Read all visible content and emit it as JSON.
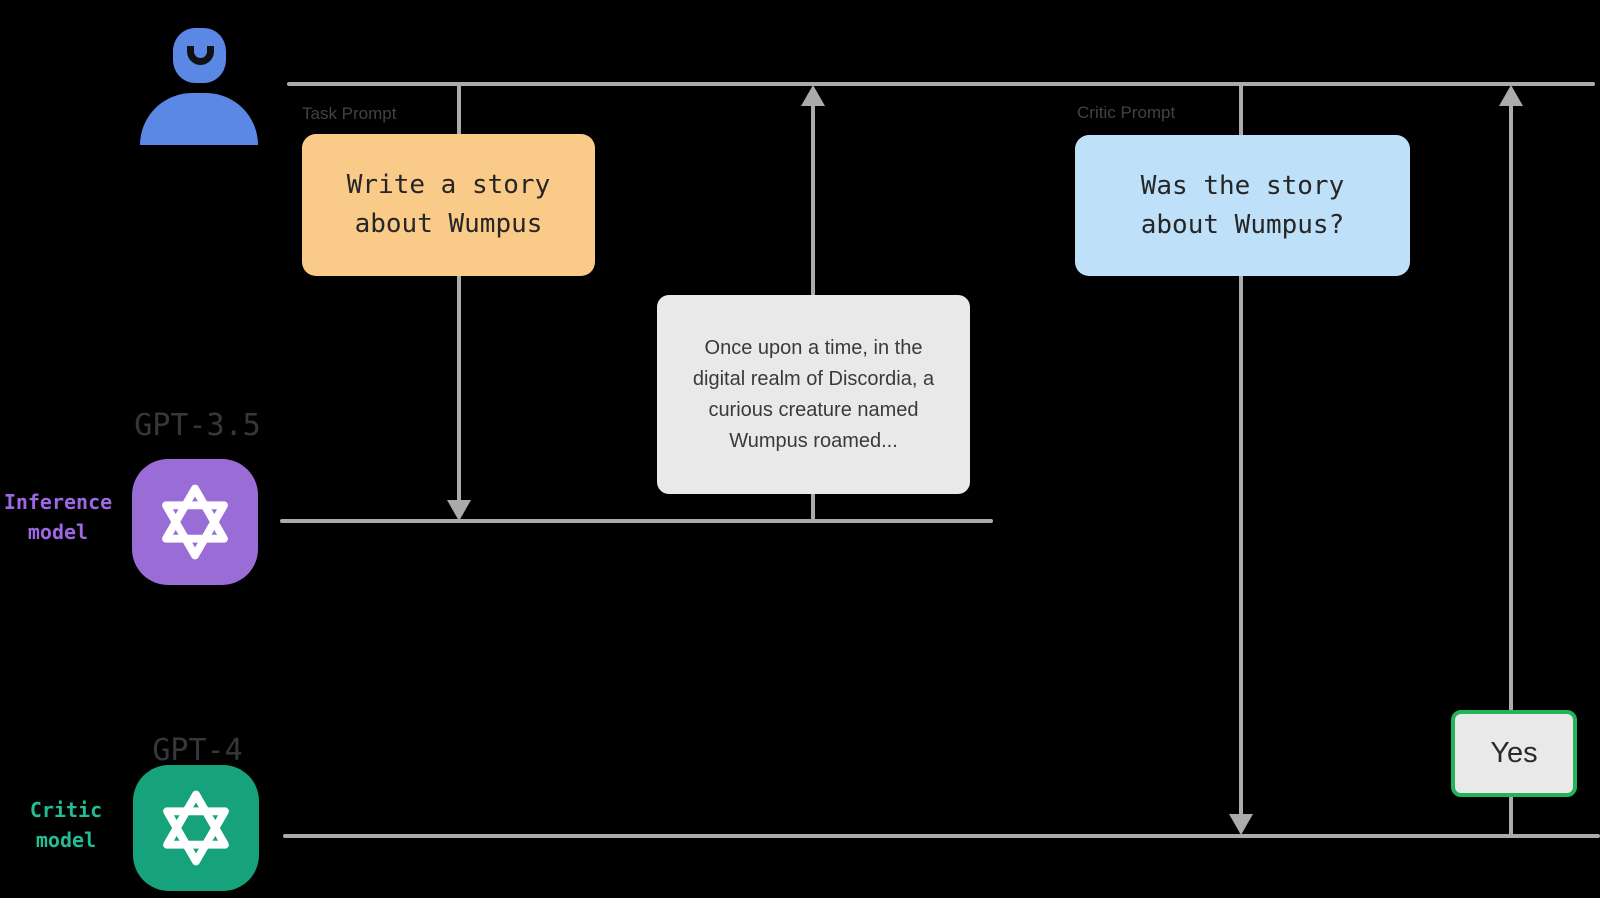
{
  "diagram": {
    "title_implicit": "GPT-3.5 inference with GPT-4 critic sequence diagram",
    "background_color": "#000000",
    "line_color": "#ABABAB",
    "labels": {
      "task_prompt": "Task Prompt",
      "critic_prompt": "Critic Prompt"
    },
    "messages": {
      "task": {
        "lines": [
          "Write a story",
          "about Wumpus"
        ],
        "bg_color": "#F9CA88",
        "direction": "user-to-inference-model"
      },
      "story": {
        "lines": [
          "Once upon a time, in the",
          "digital realm of Discordia, a",
          "curious creature named",
          "Wumpus roamed..."
        ],
        "bg_color": "#E9E9E9",
        "direction": "inference-model-to-user"
      },
      "critic_q": {
        "lines": [
          "Was the story",
          "about Wumpus?"
        ],
        "bg_color": "#BEE0F9",
        "direction": "user-to-critic-model"
      },
      "verdict": {
        "text": "Yes",
        "bg_color": "#E9E9E9",
        "border_color": "#23B45B",
        "direction": "critic-model-to-user"
      }
    },
    "actors": {
      "user": {
        "icon": "user-avatar-icon",
        "color": "#5B87E5"
      },
      "inference": {
        "name": "GPT-3.5",
        "role_lines": [
          "Inference",
          "model"
        ],
        "role_color": "#9D68E3",
        "logo": "openai-logo",
        "logo_color": "#9A6DD6"
      },
      "critic": {
        "name": "GPT-4",
        "role_lines": [
          "Critic",
          "model"
        ],
        "role_color": "#23BC94",
        "logo": "openai-logo",
        "logo_color": "#16A37C"
      }
    }
  }
}
